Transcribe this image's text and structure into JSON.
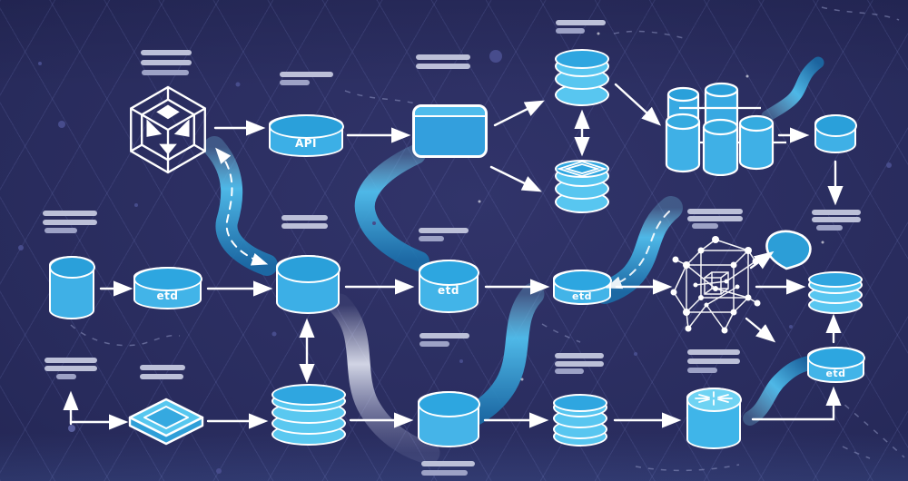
{
  "scene": {
    "description": "Isometric data pipeline ETL flow illustration on a dark navy diamond-grid background"
  },
  "labels": {
    "api": "API",
    "etl_mid_left": "etd",
    "etl_mid_center": "etd",
    "etl_mid_right": "etd",
    "etl_lower_right": "etd"
  },
  "icons": {
    "source": "faceted-cube-badge-icon",
    "ml_graph": "wireframe-cube-network-icon",
    "plate": "flat-diamond-layer-icon",
    "drop": "teardrop-icon",
    "snowflake_cylinder": "snowflake-top-cylinder-icon",
    "warehouse": "diamond-pattern-db-icon"
  },
  "colors": {
    "background": "#232656",
    "grid_line": "#3c4178",
    "cylinder_body": "#3fb1e7",
    "cylinder_top": "#2aa1dc",
    "stack_body": "#58c6f0",
    "stack_top": "#2fa6e0",
    "outline": "#ffffff",
    "ribbon_cyan": "#4fc0ec",
    "ribbon_white": "#e3e7f4",
    "arrow": "#ffffff",
    "placeholder_bar": "#b5b9d4"
  }
}
